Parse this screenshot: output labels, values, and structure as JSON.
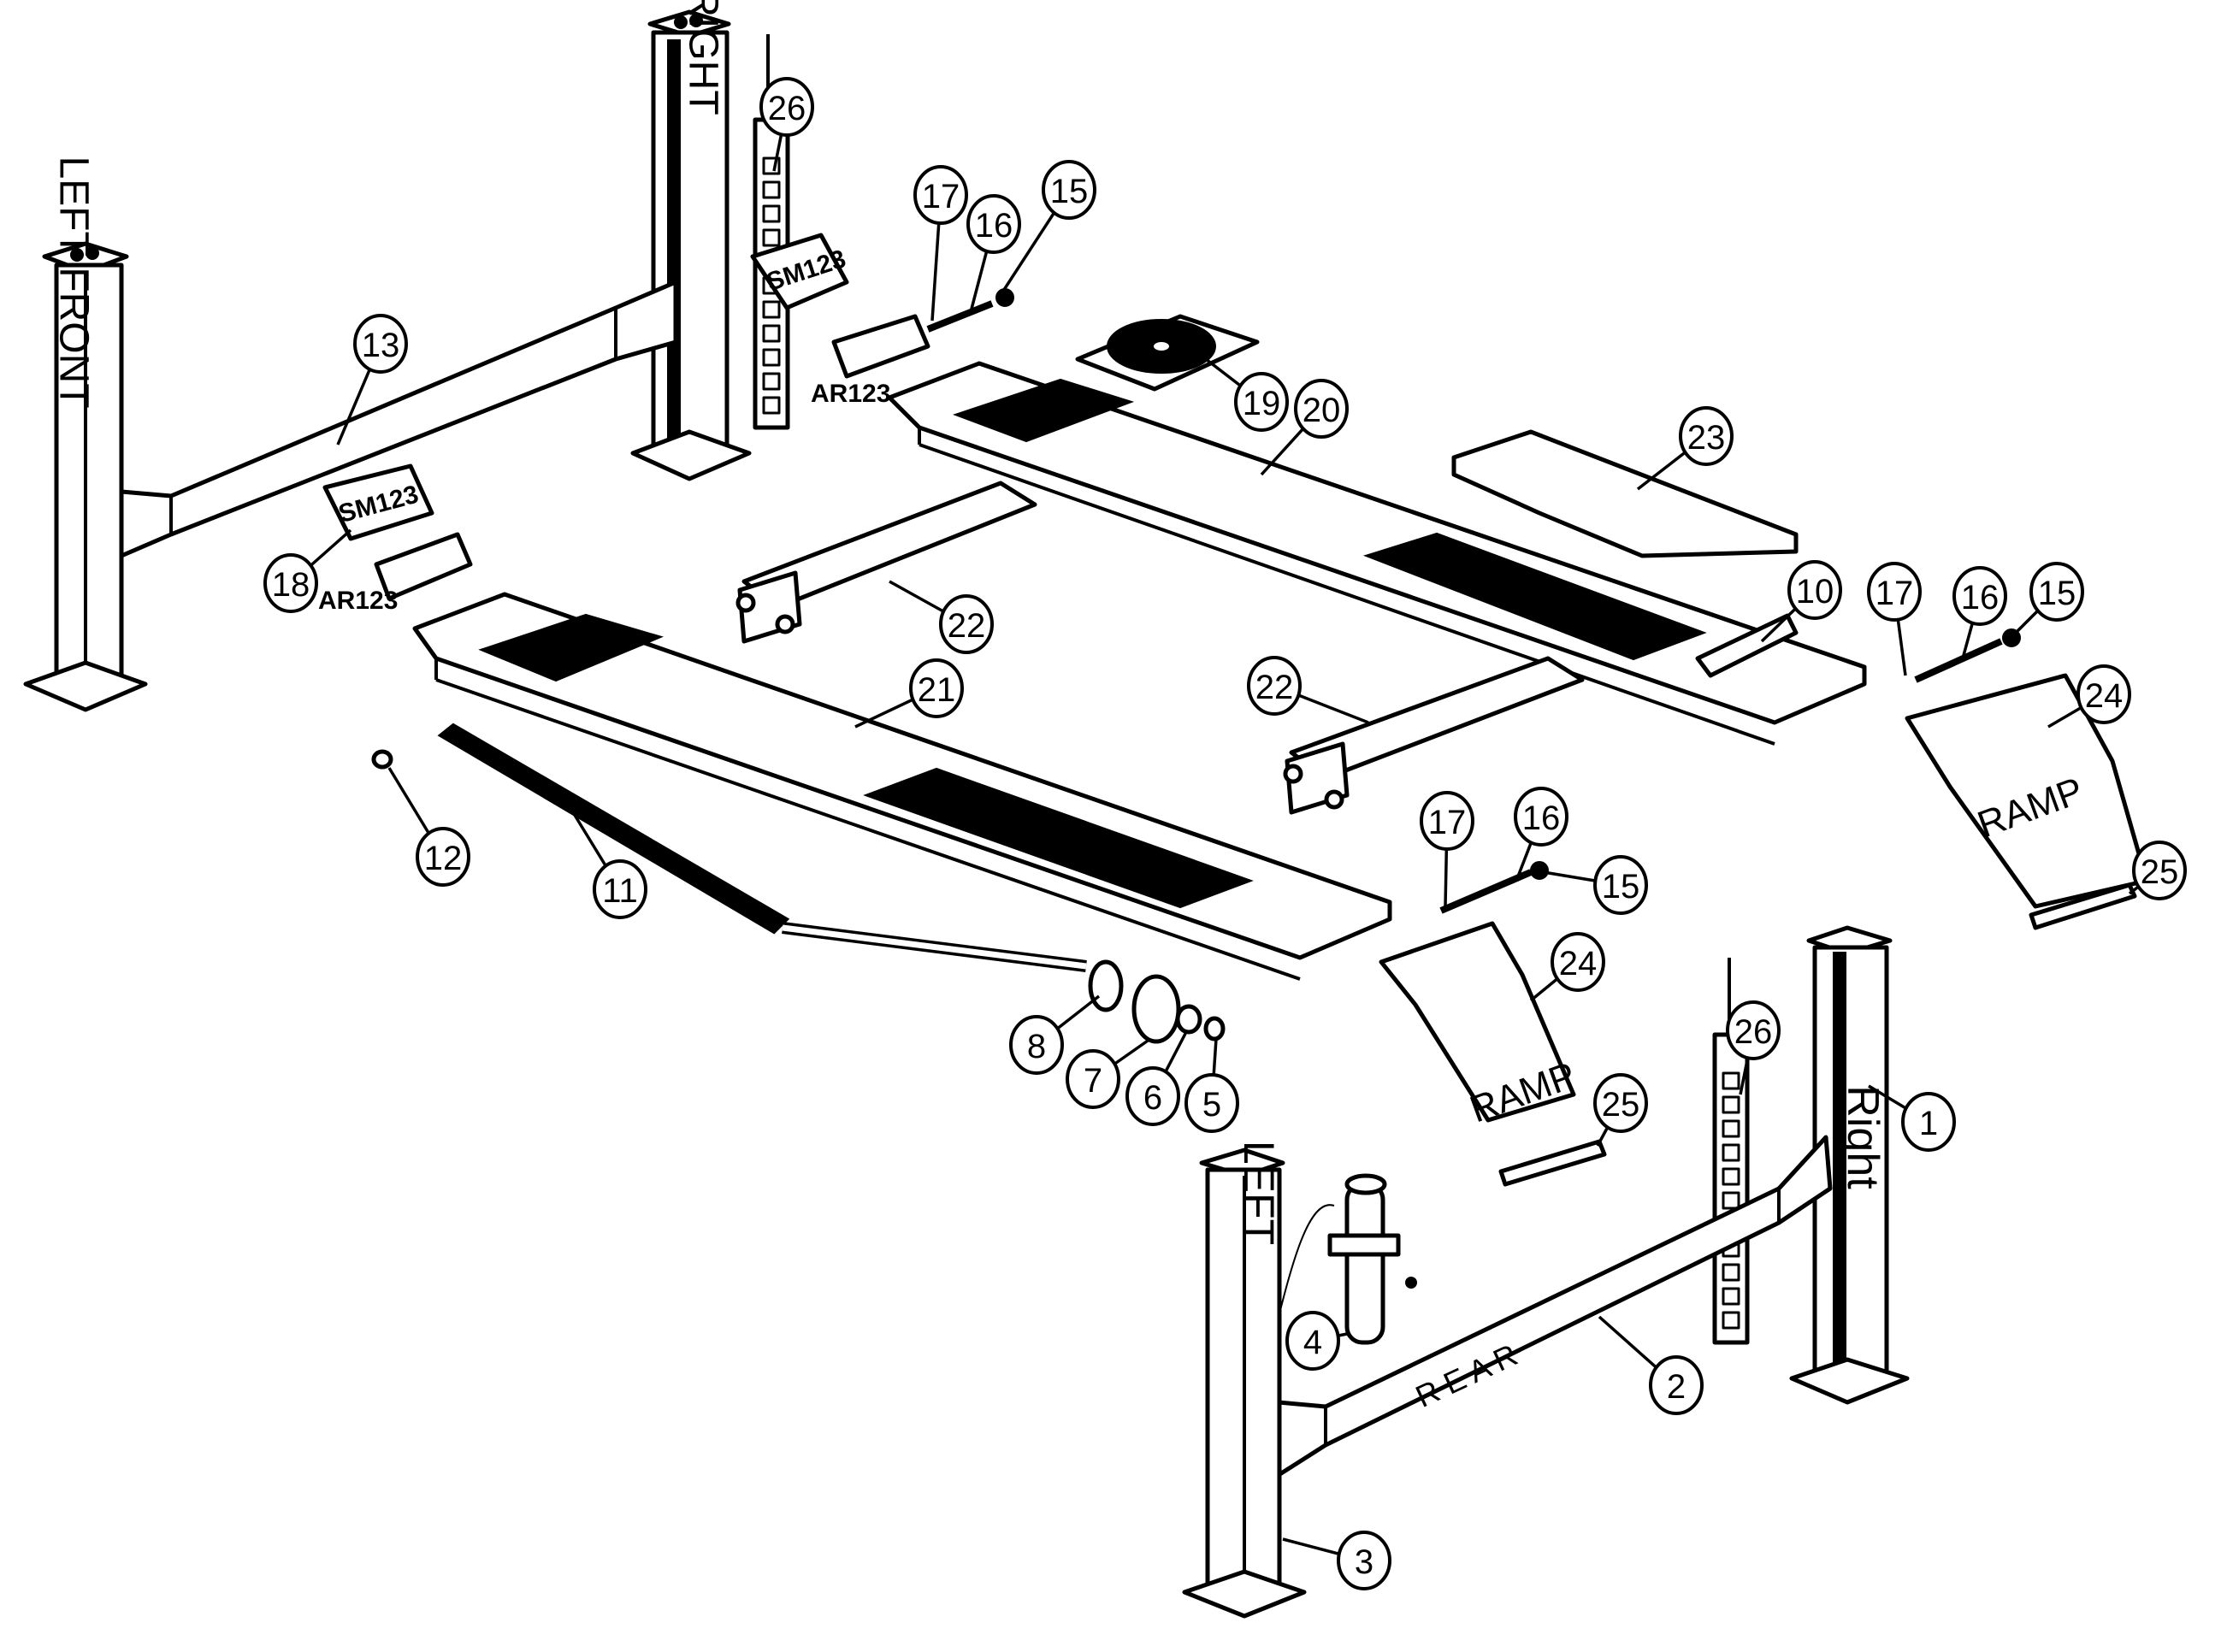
{
  "diagram": {
    "title": "Four-post lift exploded parts view",
    "post_labels": {
      "left_front": "LEFT FRONT",
      "right_front": "RIGHT",
      "left_rear": "LEFT",
      "right_rear": "Right",
      "rear_beam": "R E A R"
    },
    "tags": {
      "sm_top": "SM123",
      "ar_top": "AR123",
      "sm_left": "SM123",
      "ar_left": "AR123"
    },
    "ramp_labels": [
      "RAMP",
      "RAMP"
    ],
    "callouts": [
      {
        "id": "1",
        "label": "1",
        "part": "right rear post"
      },
      {
        "id": "2",
        "label": "2",
        "part": "rear crossbeam"
      },
      {
        "id": "3",
        "label": "3",
        "part": "left rear post"
      },
      {
        "id": "4",
        "label": "4",
        "part": "power unit"
      },
      {
        "id": "5",
        "label": "5",
        "part": "nut"
      },
      {
        "id": "6",
        "label": "6",
        "part": "washer"
      },
      {
        "id": "7",
        "label": "7",
        "part": "pulley"
      },
      {
        "id": "8",
        "label": "8",
        "part": "pulley plate"
      },
      {
        "id": "10",
        "label": "10",
        "part": "wheel stop"
      },
      {
        "id": "11",
        "label": "11",
        "part": "hydraulic cylinder"
      },
      {
        "id": "12",
        "label": "12",
        "part": "cylinder pin"
      },
      {
        "id": "13",
        "label": "13",
        "part": "front crossbeam"
      },
      {
        "id": "15a",
        "label": "15",
        "part": "cap"
      },
      {
        "id": "15b",
        "label": "15",
        "part": "cap"
      },
      {
        "id": "15c",
        "label": "15",
        "part": "cap"
      },
      {
        "id": "16a",
        "label": "16",
        "part": "pin"
      },
      {
        "id": "16b",
        "label": "16",
        "part": "pin"
      },
      {
        "id": "16c",
        "label": "16",
        "part": "pin"
      },
      {
        "id": "17a",
        "label": "17",
        "part": "clip"
      },
      {
        "id": "17b",
        "label": "17",
        "part": "clip"
      },
      {
        "id": "17c",
        "label": "17",
        "part": "clip"
      },
      {
        "id": "18",
        "label": "18",
        "part": "safety lock assembly"
      },
      {
        "id": "19",
        "label": "19",
        "part": "turn plate"
      },
      {
        "id": "20",
        "label": "20",
        "part": "right runway"
      },
      {
        "id": "21",
        "label": "21",
        "part": "left runway"
      },
      {
        "id": "22a",
        "label": "22",
        "part": "jack tray"
      },
      {
        "id": "22b",
        "label": "22",
        "part": "jack tray"
      },
      {
        "id": "23",
        "label": "23",
        "part": "drip tray"
      },
      {
        "id": "24a",
        "label": "24",
        "part": "ramp"
      },
      {
        "id": "24b",
        "label": "24",
        "part": "ramp"
      },
      {
        "id": "25a",
        "label": "25",
        "part": "ramp bracket"
      },
      {
        "id": "25b",
        "label": "25",
        "part": "ramp bracket"
      },
      {
        "id": "26a",
        "label": "26",
        "part": "safety ladder"
      },
      {
        "id": "26b",
        "label": "26",
        "part": "safety ladder"
      }
    ]
  }
}
